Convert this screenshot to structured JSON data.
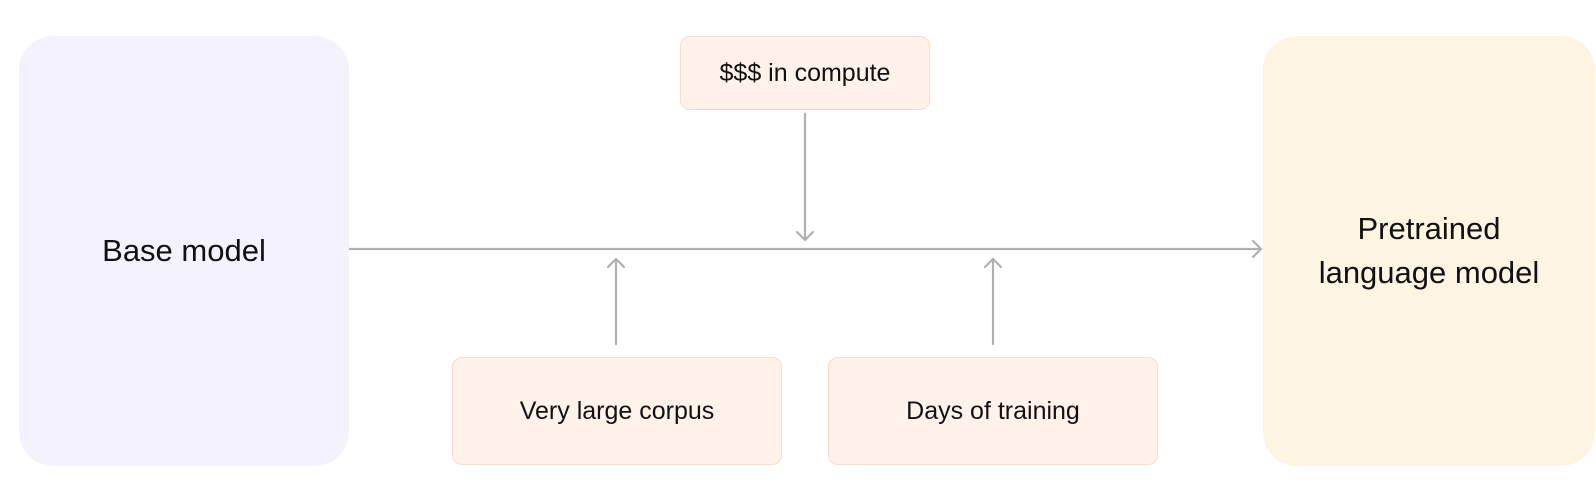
{
  "nodes": {
    "base_model": "Base model",
    "pretrained_model": "Pretrained\nlanguage model",
    "compute": "$$$ in compute",
    "corpus": "Very large corpus",
    "training": "Days of training"
  },
  "colors": {
    "base_fill": "#f4f2fd",
    "pretrained_fill": "#fdf4e1",
    "input_fill": "#fef2ea",
    "input_border": "#f7dccb",
    "arrow": "#b0b0b0"
  }
}
